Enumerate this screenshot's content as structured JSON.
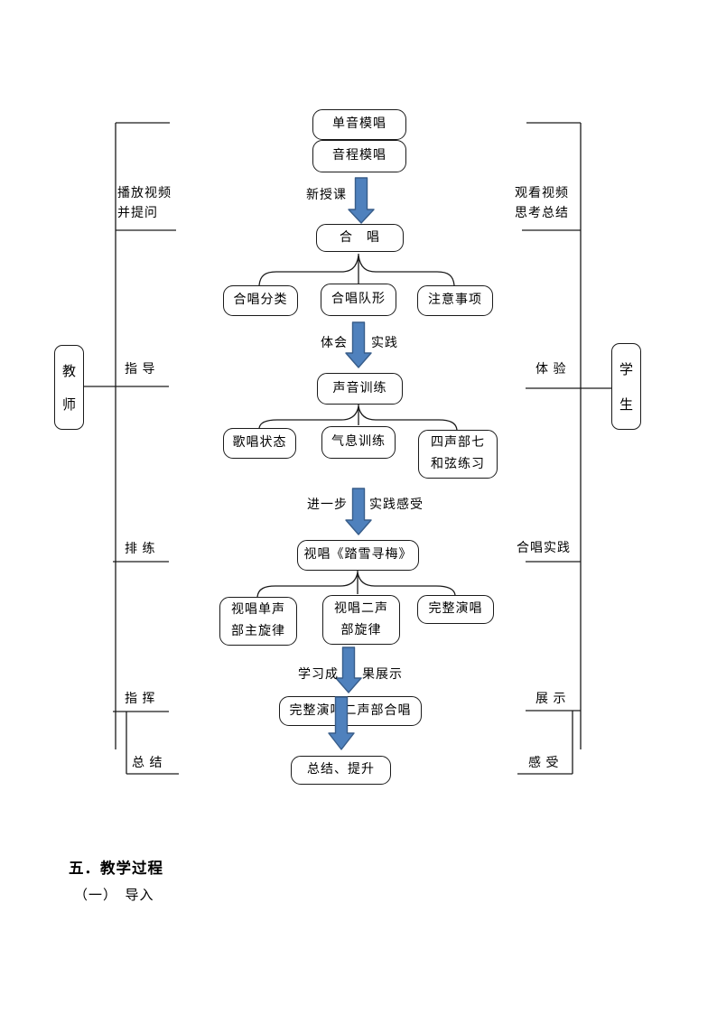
{
  "colors": {
    "arrow_fill": "#4f81bd",
    "arrow_stroke": "#385d8a",
    "line": "#1a1a1a",
    "page_bg": "#ffffff"
  },
  "teacher": {
    "char1": "教",
    "char2": "师",
    "label_video": "播放视频并提问",
    "label_guide": "指 导",
    "label_rehearse": "排 练",
    "label_conduct": "指 挥",
    "label_summary": "总 结"
  },
  "student": {
    "char1": "学",
    "char2": "生",
    "label_video": "观看视频思考总结",
    "label_experience": "体 验",
    "label_practice": "合唱实践",
    "label_show": "展 示",
    "label_feel": "感 受"
  },
  "nodes": {
    "n1": "单音模唱",
    "n2": "音程模唱",
    "n3": "合　唱",
    "n4": "合唱分类",
    "n5": "合唱队形",
    "n6": "注意事项",
    "n7": "声音训练",
    "n8": "歌唱状态",
    "n9": "气息训练",
    "n10": "四声部七和弦练习",
    "n11": "视唱《踏雪寻梅》",
    "n12": "视唱单声部主旋律",
    "n13": "视唱二声部旋律",
    "n14": "完整演唱",
    "n15": "完整演唱二声部合唱",
    "n16": "总结、提升"
  },
  "arrow_labels": {
    "new_lesson": "新授课",
    "experience": "体会",
    "practice": "实践",
    "further": "进一步",
    "practice_feel": "实践感受",
    "study_left": "学习成",
    "study_right": "果展示"
  },
  "footer": {
    "heading": "五．教学过程",
    "sub": "（一）　导入"
  }
}
